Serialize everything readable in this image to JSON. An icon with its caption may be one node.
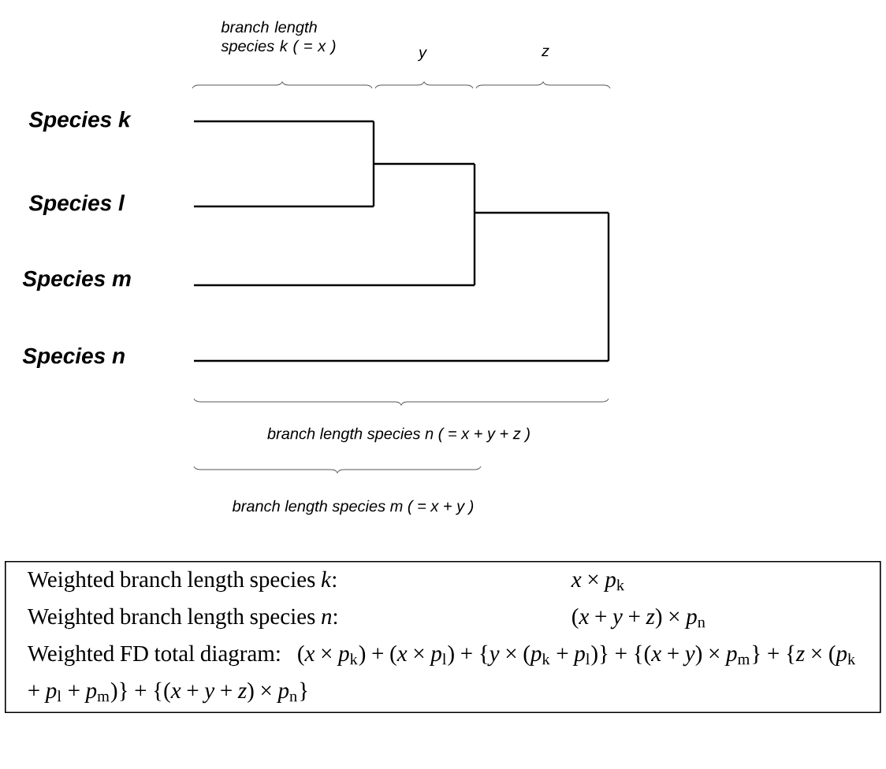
{
  "diagram": {
    "nodes": [
      {
        "text": [
          "Weighted branch length species *k*:",
          "*x* × *p*$_{k}$",
          "Weighted branch length species *n*:",
          "(*x* + *y* + *z*) × *p*$_{n}$",
          "Weighted FD total diagram:",
          "(*x* × *p*$_{k}$) + (*x* × *p*$_{l}$) + {*y* × (*p*$_{k}$ + *p*$_{l}$)} + {(*x* + *y*) × *p*$_{m}$} + {*z* × (*p*$_{k}$ + *p*$_{l}$ + *p*$_{m}$)} + {(*x* + *y* + *z*) × *p*$_{n}$}"
        ]
      }
    ],
    "labels": [
      "Species k",
      "Species l",
      "Species m",
      "Species n",
      "branch length species k ( = x )",
      "y",
      "z",
      "branch length species n ( = x + y + z )",
      "branch length species m ( = x + y )"
    ]
  }
}
